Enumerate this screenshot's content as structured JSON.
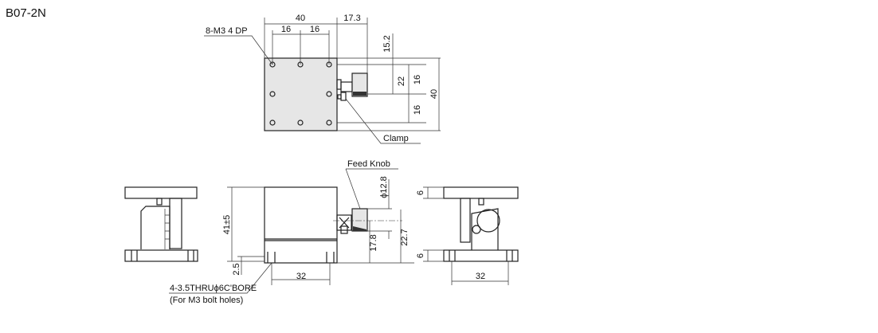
{
  "title": "B07-2N",
  "labels": {
    "tapped_holes": "8-M3 4 DP",
    "clamp": "Clamp",
    "feed_knob": "Feed Knob",
    "counterbore": "4-3.5THRUϕ6C'BORE",
    "counterbore_note": "(For M3 bolt holes)"
  },
  "dimensions": {
    "top_width": "40",
    "hole_pitch_1": "16",
    "hole_pitch_2": "16",
    "knob_offset": "17.3",
    "knob_y_offset": "15.2",
    "dim_22": "22",
    "dim_16_upper": "16",
    "dim_16_lower": "16",
    "top_depth": "40",
    "height": "41±5",
    "base_step": "2.5",
    "bolt_pitch_front": "32",
    "knob_dia": "ϕ12.8",
    "dim_17_8": "17.8",
    "dim_22_7": "22.7",
    "top_plate_thk": "6",
    "base_thk": "6",
    "bolt_pitch_side": "32"
  }
}
